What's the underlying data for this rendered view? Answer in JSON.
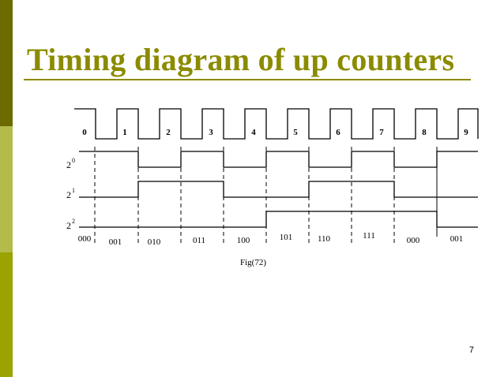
{
  "slide": {
    "title": "Timing diagram of up counters",
    "page_number": "7",
    "colors": {
      "title": "#8b8b00",
      "sidebar_top": "#6b6b00",
      "sidebar_mid": "#b3bc4a",
      "sidebar_bottom": "#9aa300"
    }
  },
  "diagram": {
    "clock_labels": [
      "0",
      "1",
      "2",
      "3",
      "4",
      "5",
      "6",
      "7",
      "8",
      "9"
    ],
    "signals": [
      {
        "base": "2",
        "exp": "0",
        "levels": [
          1,
          0,
          1,
          0,
          1,
          0,
          1,
          0,
          1
        ]
      },
      {
        "base": "2",
        "exp": "1",
        "levels": [
          0,
          1,
          1,
          0,
          0,
          1,
          1,
          0,
          0
        ]
      },
      {
        "base": "2",
        "exp": "2",
        "levels": [
          0,
          0,
          0,
          0,
          1,
          1,
          1,
          1,
          0
        ]
      }
    ],
    "state_labels": [
      "000",
      "001",
      "010",
      "011",
      "100",
      "101",
      "110",
      "111",
      "000",
      "001"
    ],
    "caption": "Fig(72)"
  }
}
